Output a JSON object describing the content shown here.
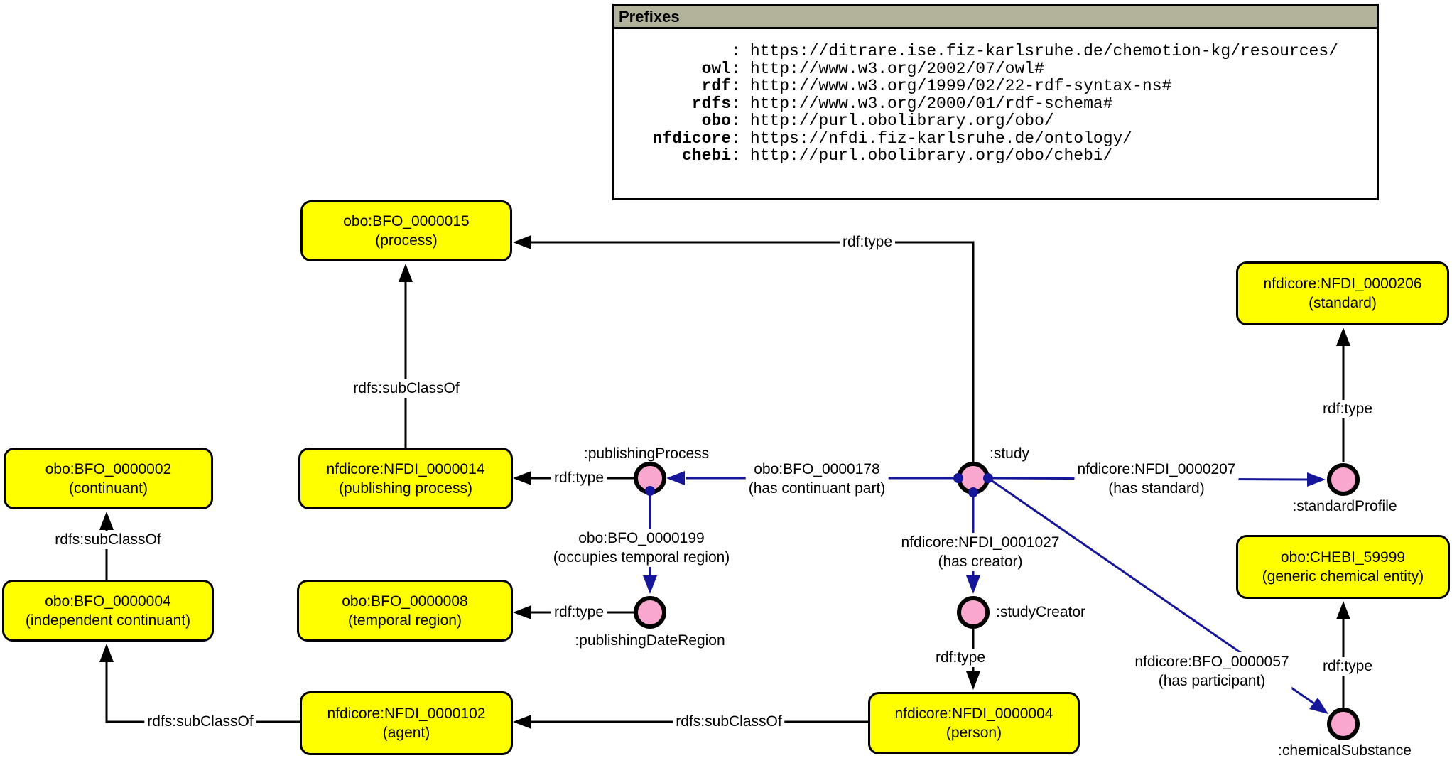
{
  "prefixes": {
    "title": "Prefixes",
    "separator": ":",
    "items": [
      {
        "name": "",
        "uri": "https://ditrare.ise.fiz-karlsruhe.de/chemotion-kg/resources/"
      },
      {
        "name": "owl",
        "uri": "http://www.w3.org/2002/07/owl#"
      },
      {
        "name": "rdf",
        "uri": "http://www.w3.org/1999/02/22-rdf-syntax-ns#"
      },
      {
        "name": "rdfs",
        "uri": "http://www.w3.org/2000/01/rdf-schema#"
      },
      {
        "name": "obo",
        "uri": "http://purl.obolibrary.org/obo/"
      },
      {
        "name": "nfdicore",
        "uri": "https://nfdi.fiz-karlsruhe.de/ontology/"
      },
      {
        "name": "chebi",
        "uri": "http://purl.obolibrary.org/obo/chebi/"
      }
    ]
  },
  "classes": [
    {
      "id": "process",
      "line1": "obo:BFO_0000015",
      "line2": "(process)"
    },
    {
      "id": "continuant",
      "line1": "obo:BFO_0000002",
      "line2": "(continuant)"
    },
    {
      "id": "independent-continuant",
      "line1": "obo:BFO_0000004",
      "line2": "(independent continuant)"
    },
    {
      "id": "publishing-process",
      "line1": "nfdicore:NFDI_0000014",
      "line2": "(publishing process)"
    },
    {
      "id": "temporal-region",
      "line1": "obo:BFO_0000008",
      "line2": "(temporal region)"
    },
    {
      "id": "agent",
      "line1": "nfdicore:NFDI_0000102",
      "line2": "(agent)"
    },
    {
      "id": "person",
      "line1": "nfdicore:NFDI_0000004",
      "line2": "(person)"
    },
    {
      "id": "standard",
      "line1": "nfdicore:NFDI_0000206",
      "line2": "(standard)"
    },
    {
      "id": "generic-chemical-entity",
      "line1": "obo:CHEBI_59999",
      "line2": "(generic chemical entity)"
    }
  ],
  "instances": [
    {
      "id": "publishingProcess",
      "label": ":publishingProcess"
    },
    {
      "id": "study",
      "label": ":study"
    },
    {
      "id": "standardProfile",
      "label": ":standardProfile"
    },
    {
      "id": "publishingDateRegion",
      "label": ":publishingDateRegion"
    },
    {
      "id": "studyCreator",
      "label": ":studyCreator"
    },
    {
      "id": "chemicalSubstance",
      "label": ":chemicalSubstance"
    }
  ],
  "edges": [
    {
      "id": "study-type-process",
      "label": "rdf:type"
    },
    {
      "id": "publishingProcess-type",
      "label": "rdf:type"
    },
    {
      "id": "publishingDateRegion-type",
      "label": "rdf:type"
    },
    {
      "id": "studyCreator-type",
      "label": "rdf:type"
    },
    {
      "id": "standardProfile-type",
      "label": "rdf:type"
    },
    {
      "id": "chemicalSubstance-type",
      "label": "rdf:type"
    },
    {
      "id": "publishingprocess-subclass",
      "label": "rdfs:subClassOf"
    },
    {
      "id": "indepcontinuant-subclass",
      "label": "rdfs:subClassOf"
    },
    {
      "id": "agent-subclass",
      "label": "rdfs:subClassOf"
    },
    {
      "id": "person-subclass",
      "label": "rdfs:subClassOf"
    },
    {
      "id": "has-continuant-part",
      "label": "obo:BFO_0000178",
      "sublabel": "(has continuant part)"
    },
    {
      "id": "has-standard",
      "label": "nfdicore:NFDI_0000207",
      "sublabel": "(has standard)"
    },
    {
      "id": "has-creator",
      "label": "nfdicore:NFDI_0001027",
      "sublabel": "(has creator)"
    },
    {
      "id": "occupies-temporal-region",
      "label": "obo:BFO_0000199",
      "sublabel": "(occupies temporal region)"
    },
    {
      "id": "has-participant",
      "label": "nfdicore:BFO_0000057",
      "sublabel": "(has participant)"
    }
  ],
  "colors": {
    "class_fill": "#FFFF00",
    "instance_fill": "#F9A7CF",
    "object_property_edge": "#16169A",
    "plain_edge": "#000000",
    "prefix_header_fill": "#B3B39B"
  }
}
